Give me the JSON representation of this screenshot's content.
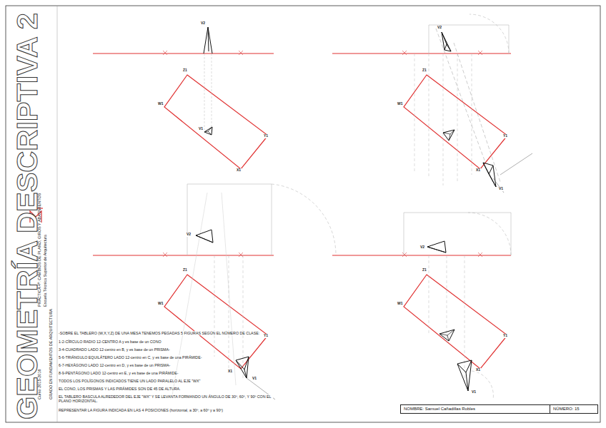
{
  "diagram": {
    "nodes": [
      {
        "text": [
          "NOMBRE: Samuel Cañadillas Robles"
        ]
      },
      {
        "text": [
          "NÚMERO: 15"
        ]
      }
    ],
    "labels": [
      "GEOMETRÍA DESCRIPTIVA 2",
      "PRÁCTICA 4ª: CAMBIOS DE PLANO, GIROS Y ABATIMIENTOS",
      "Escuela Técnica Superior de Arquitectura",
      "Curso 2015-2016",
      "GRADO EN FUNDAMENTOS DE ARQUITECTURA",
      "-SOBRE EL TABLERO (W,X,Y,Z) DE UNA MESA TENEMOS PEGADAS 5 FIGURAS SEGÚN EL NÚMERO DE CLASE:",
      "1-2-CÍRCULO RADIO 12-CENTRO A y es base de un CONO",
      "3-4-CUADRADO LADO 12-centro en B, y es base de un PRISMA-",
      "5-6-TRIÁNGULO EQUILÁTERO LADO 12-centro en C, y es base de una PIRÁMIDE-",
      "6-7-HEXÁGONO LADO 12-centro en D, y es base de un PRISMA-",
      "8-9-PENTÁGONO LADO 12-centro en E, y es base de una PIRÁMIDE-",
      "TODOS LOS POLÍGONOS INDICADOS TIENE UN LADO PARALELO AL EJE \"WX\"",
      "EL CONO, LOS PRISMAS Y LAS PIRÁMIDES SON DE 45 DE ALTURA.",
      "EL TABLERO BASCULA ALREDEDOR DEL EJE \"WX\" Y SE LEVANTA FORMANDO UN ÁNGULO DE 30º, 60º, Y 90º CON EL PLANO HORIZONTAL.",
      "REPRESENTAR LA FIGURA INDICADA EN LAS 4 POSICIONES (horizontal, a 30º, a 60º y a 90º)",
      "V2",
      "Z1",
      "W1",
      "Y1",
      "X1",
      "V1",
      "V2",
      "Z1",
      "W1",
      "Y1",
      "X1",
      "V1",
      "V2",
      "Z1",
      "W1",
      "Y1",
      "X1",
      "V1",
      "V2",
      "Z1",
      "W1",
      "Y1",
      "X1",
      "V1"
    ]
  }
}
